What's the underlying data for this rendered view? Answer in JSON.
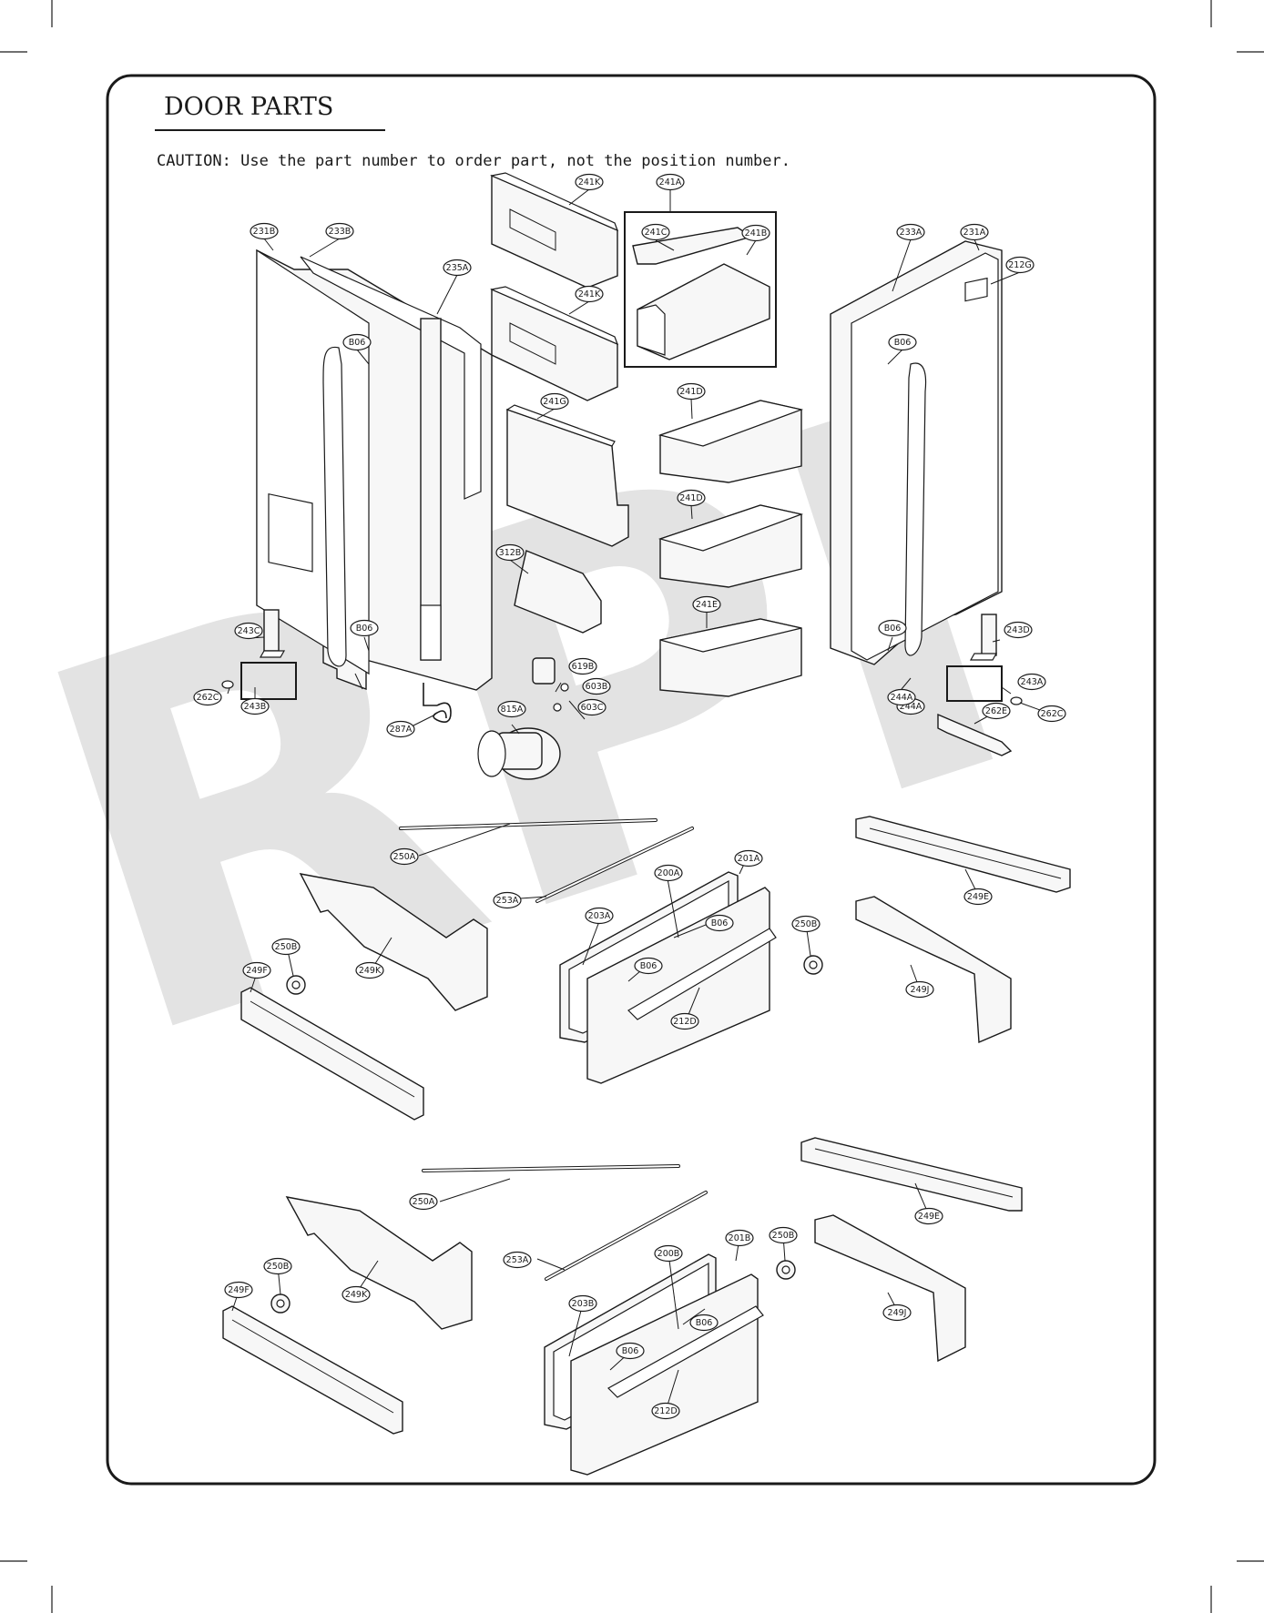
{
  "title": "DOOR PARTS",
  "caution": "CAUTION: Use the part number to order part, not the position number.",
  "watermark": "RPI",
  "callouts": [
    "241K",
    "241A",
    "241C",
    "241B",
    "241K",
    "231B",
    "233B",
    "235A",
    "233A",
    "231A",
    "212G",
    "B06",
    "B06",
    "241G",
    "241D",
    "241D",
    "312B",
    "241E",
    "243C",
    "B06",
    "B06",
    "243D",
    "619B",
    "603B",
    "603C",
    "262C",
    "243B",
    "244A",
    "244A",
    "243A",
    "262E",
    "262C",
    "815A",
    "287A",
    "250A",
    "253A",
    "201A",
    "200A",
    "249E",
    "203A",
    "B06",
    "250B",
    "B06",
    "249K",
    "250B",
    "249F",
    "212D",
    "249J",
    "249E",
    "250A",
    "253A",
    "201B",
    "250B",
    "200B",
    "249J",
    "250B",
    "249K",
    "203B",
    "B06",
    "249F",
    "B06",
    "212D"
  ]
}
